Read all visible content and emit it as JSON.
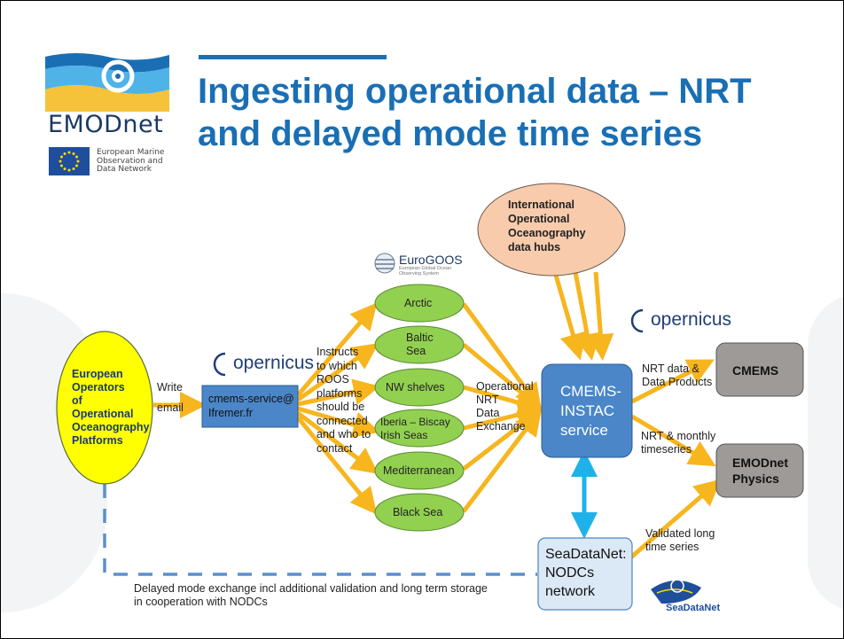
{
  "slide_title": "Ingesting operational data – NRT and delayed mode time series",
  "logo": {
    "name": "EMODnet",
    "subtitle": [
      "European Marine",
      "Observation and",
      "Data Network"
    ]
  },
  "copernicus_label": "opernicus",
  "eurogoos": {
    "name": "EuroGOOS",
    "subtitle": [
      "European Global Ocean",
      "Observing System"
    ]
  },
  "seadatanet_logo": "SeaDataNet",
  "nodes": {
    "operators": [
      "European",
      "Operators",
      "of",
      "Operational",
      "Oceanography",
      "Platforms"
    ],
    "email": [
      "cmems-service@",
      "Ifremer.fr"
    ],
    "regions": [
      "Arctic",
      [
        "Baltic",
        "Sea"
      ],
      "NW shelves",
      [
        "Iberia – Biscay",
        "Irish Seas"
      ],
      "Mediterranean",
      "Black Sea"
    ],
    "international": [
      "International",
      "Operational",
      "Oceanography",
      "data hubs"
    ],
    "instac": [
      "CMEMS-",
      "INSTAC",
      "service"
    ],
    "cmems": "CMEMS",
    "emodnet_physics": [
      "EMODnet",
      "Physics"
    ],
    "seadatanet": [
      "SeaDataNet:",
      "NODCs",
      "network"
    ]
  },
  "labels": {
    "write_email": [
      "Write",
      "email"
    ],
    "instructs": [
      "Instructs",
      "to which",
      "ROOS",
      "platforms",
      "should be",
      "connected",
      "and who to",
      "contact"
    ],
    "operational_exchange": [
      "Operational",
      "NRT",
      "Data",
      "Exchange"
    ],
    "nrt_products": [
      "NRT data &",
      "Data Products"
    ],
    "nrt_monthly": [
      "NRT & monthly",
      "timeseries"
    ],
    "validated": [
      "Validated long",
      "time series"
    ],
    "delayed": [
      "Delayed mode exchange incl additional validation and long term storage",
      "in cooperation with NODCs"
    ]
  },
  "colors": {
    "title_blue": "#1a6fb4",
    "arrow": "#f7b51e",
    "region_fill": "#92d050",
    "operators_fill": "#ffff00",
    "instac_fill": "#4a86c8",
    "email_fill": "#4a86c8",
    "grey_box": "#9e9a98",
    "hub_fill": "#f8cbad",
    "seadatanet_fill": "#dbe8f5",
    "dashed": "#5a8fcb",
    "bidir": "#1fb2e8"
  }
}
